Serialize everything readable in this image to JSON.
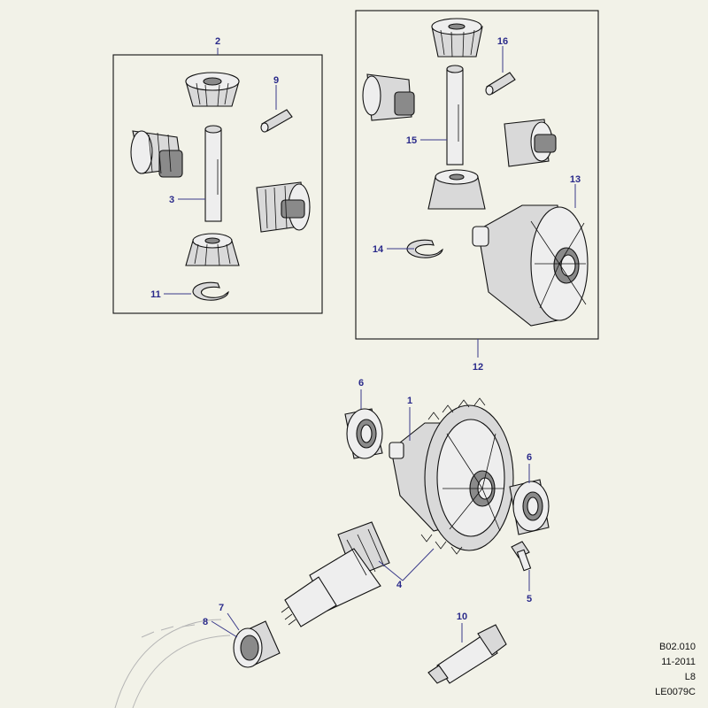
{
  "callouts": {
    "c1": "1",
    "c2": "2",
    "c3": "3",
    "c4": "4",
    "c5": "5",
    "c6a": "6",
    "c6b": "6",
    "c7": "7",
    "c8": "8",
    "c9": "9",
    "c10": "10",
    "c11": "11",
    "c12": "12",
    "c13": "13",
    "c14": "14",
    "c15": "15",
    "c16": "16"
  },
  "info": {
    "ref": "B02.010",
    "date": "11-2011",
    "code": "L8",
    "illustration": "LE0079C"
  },
  "colors": {
    "callout": "#2a2a8a",
    "background": "#f2f2e8",
    "line": "#111111"
  }
}
